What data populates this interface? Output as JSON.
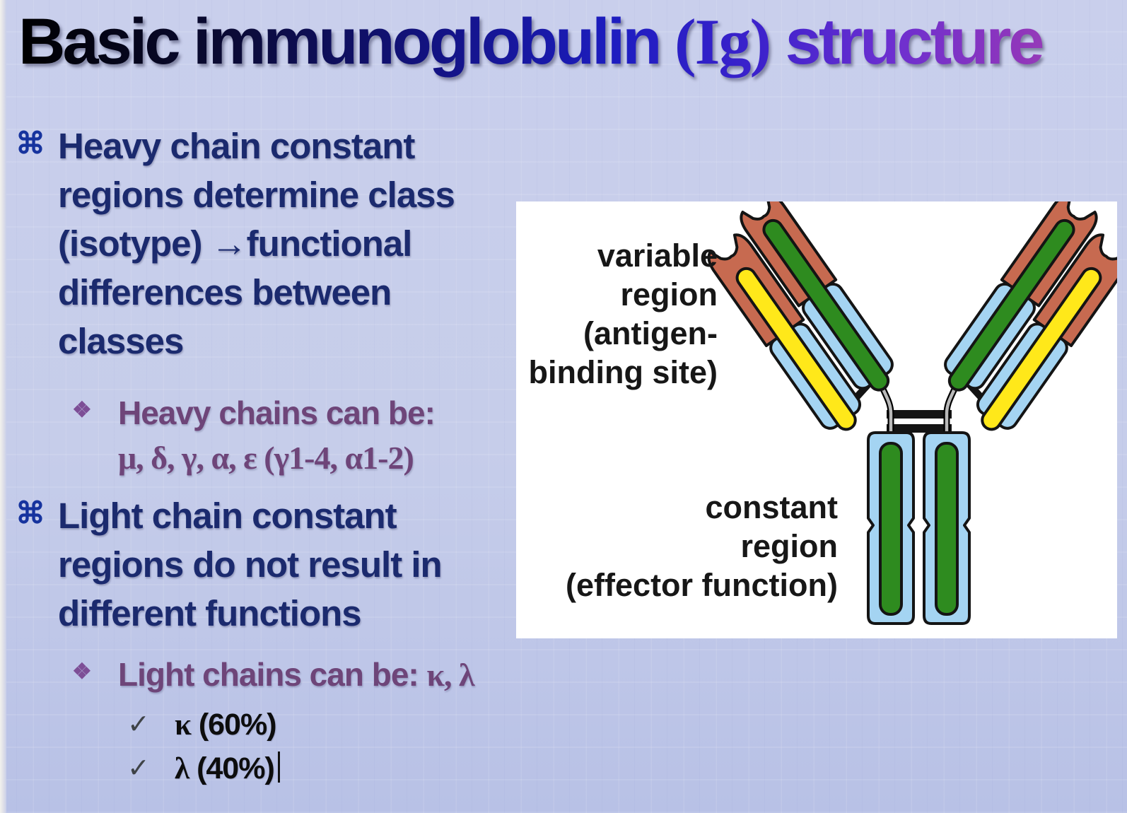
{
  "title": {
    "prefix": "Basic immunoglobulin ",
    "ig": "(Ig)",
    "suffix": " structure"
  },
  "bullets": {
    "b1": {
      "marker": "⌘",
      "lines": [
        "Heavy chain constant",
        "regions determine class",
        "(isotype) →functional",
        "differences between",
        "classes"
      ]
    },
    "b1sub": {
      "marker": "❖",
      "line1": "Heavy chains can be:",
      "line2": "μ, δ, γ, α, ε (γ1-4, α1-2)"
    },
    "b2": {
      "marker": "⌘",
      "lines": [
        "Light chain constant",
        "regions do not result in",
        "different functions"
      ]
    },
    "b2sub": {
      "marker": "❖",
      "text": "Light chains can be: ",
      "greek": "κ, λ"
    },
    "checks": [
      {
        "marker": "✓",
        "greek": "κ",
        "text": " (60%)"
      },
      {
        "marker": "✓",
        "greek": "λ",
        "text": " (40%)"
      }
    ]
  },
  "diagram": {
    "variable_label_lines": [
      "variable",
      "region",
      "(antigen-",
      "binding site)"
    ],
    "constant_label_lines": [
      "constant",
      "region",
      "(effector function)"
    ],
    "colors": {
      "salmon": "#c76a50",
      "lightblue": "#a4d4f2",
      "green": "#2e8b1f",
      "yellow": "#ffe81a"
    }
  }
}
